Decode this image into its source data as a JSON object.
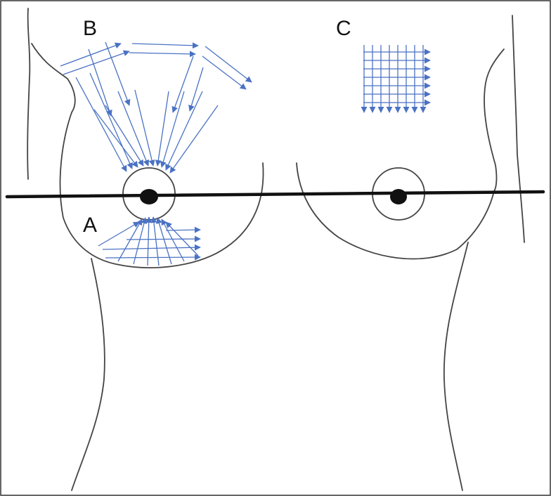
{
  "labels": {
    "a": "A",
    "b": "B",
    "c": "C"
  },
  "colors": {
    "outline": "#444444",
    "frame": "#333333",
    "arrows": "#4a72c4",
    "reference_line": "#111111",
    "nipple": "#111111"
  }
}
